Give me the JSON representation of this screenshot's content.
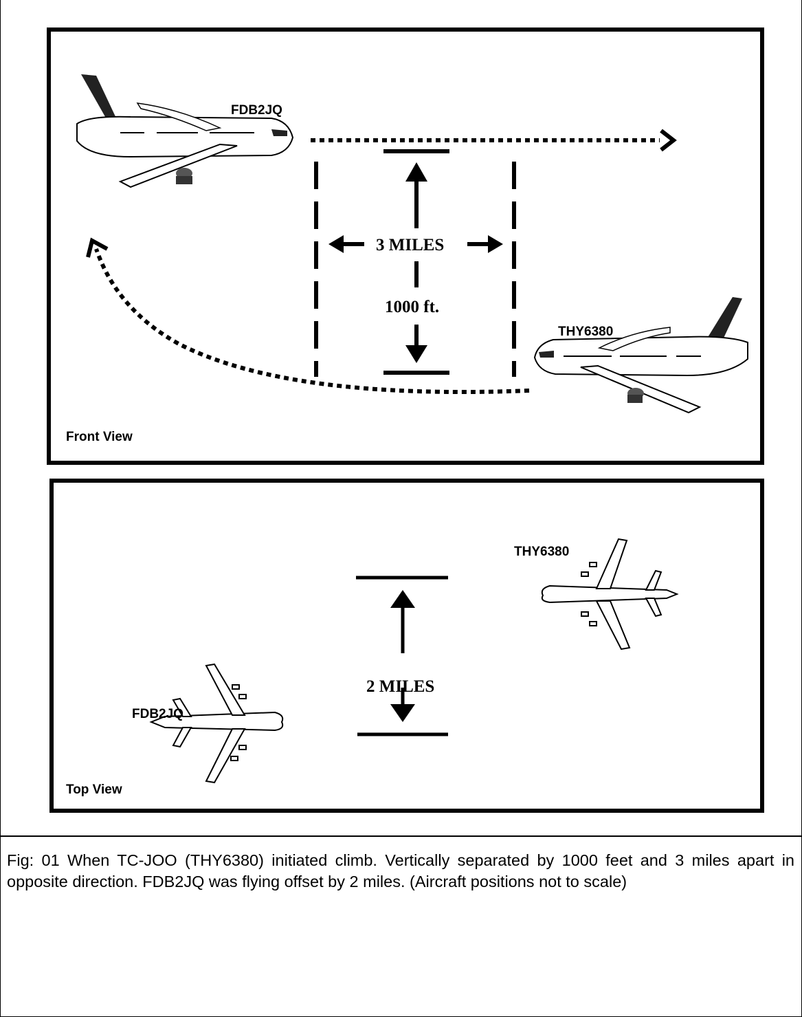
{
  "front_view": {
    "label": "Front View",
    "aircraft_left": "FDB2JQ",
    "aircraft_right": "THY6380",
    "horizontal_distance": "3 MILES",
    "vertical_distance": "1000 ft."
  },
  "top_view": {
    "label": "Top View",
    "aircraft_upper": "THY6380",
    "aircraft_lower": "FDB2JQ",
    "offset_distance": "2 MILES"
  },
  "caption": "Fig: 01 When TC-JOO (THY6380) initiated climb. Vertically separated by 1000 feet and 3 miles apart in opposite direction. FDB2JQ was flying offset by 2 miles. (Aircraft positions not to scale)"
}
